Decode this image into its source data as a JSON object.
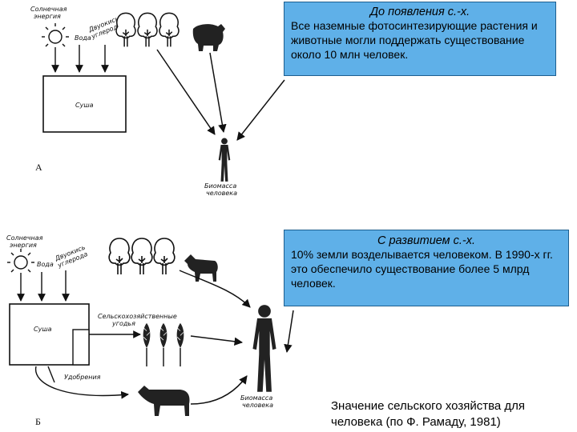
{
  "panel_a": {
    "letter": "А",
    "sun_label_line1": "Солнечная",
    "sun_label_line2": "энергия",
    "water_label": "Вода",
    "co2_label_line1": "Двуокись",
    "co2_label_line2": "углерода",
    "land_label": "Суша",
    "biomass_label_line1": "Биомасса",
    "biomass_label_line2": "человека",
    "box_title": "До появления с.-х.",
    "box_text": "Все наземные фотосинтезирующие растения и животные могли поддержать существование около 10 млн человек."
  },
  "panel_b": {
    "letter": "Б",
    "sun_label_line1": "Солнечная",
    "sun_label_line2": "энергия",
    "water_label": "Вода",
    "co2_label_line1": "Двуокись",
    "co2_label_line2": "углерода",
    "land_label": "Суша",
    "crops_label_line1": "Сельскохозяйственные",
    "crops_label_line2": "угодья",
    "fertilizer_label": "Удобрения",
    "biomass_label_line1": "Биомасса",
    "biomass_label_line2": "человека",
    "box_title": "С развитием с.-х.",
    "box_text": "10% земли возделывается человеком. В 1990-х гг. это обеспечило существование более 5 млрд человек."
  },
  "caption": "Значение сельского хозяйства для человека  (по Ф. Рамаду, 1981)",
  "colors": {
    "callout_fill": "#5fb0e8",
    "callout_border": "#1d5e8f",
    "ink": "#111111"
  }
}
